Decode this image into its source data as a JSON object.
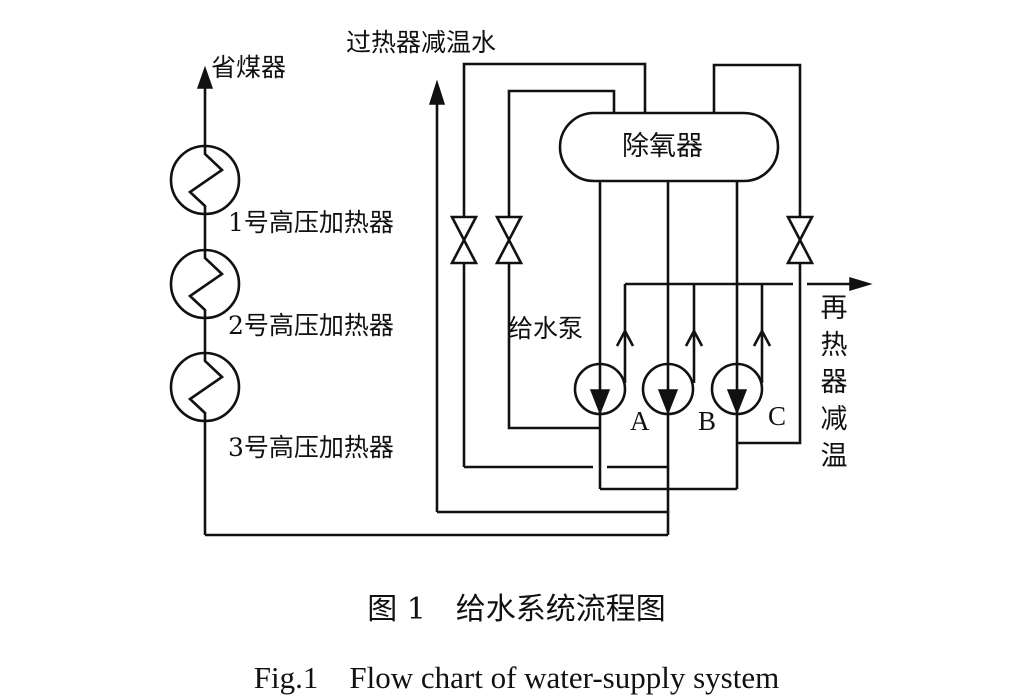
{
  "diagram": {
    "title": "给水系统流程图",
    "labels": {
      "economizer": "省煤器",
      "superheater_desuperheating_water": "过热器减温水",
      "deaerator": "除氧器",
      "hp_heater_1": "1号高压加热器",
      "hp_heater_2": "2号高压加热器",
      "hp_heater_3": "3号高压加热器",
      "feedwater_pump": "给水泵",
      "reheater_desuperheating": "再热器减温",
      "pump_a": "A",
      "pump_b": "B",
      "pump_c": "C"
    },
    "components": [
      {
        "id": "deaerator",
        "type": "vessel"
      },
      {
        "id": "pump_a",
        "type": "pump"
      },
      {
        "id": "pump_b",
        "type": "pump"
      },
      {
        "id": "pump_c",
        "type": "pump"
      },
      {
        "id": "hp_heater_1",
        "type": "heat-exchanger"
      },
      {
        "id": "hp_heater_2",
        "type": "heat-exchanger"
      },
      {
        "id": "hp_heater_3",
        "type": "heat-exchanger"
      },
      {
        "id": "valve_1",
        "type": "valve"
      },
      {
        "id": "valve_2",
        "type": "valve"
      },
      {
        "id": "valve_3",
        "type": "valve"
      }
    ]
  },
  "caption": {
    "chinese": "图 1　给水系统流程图",
    "english": "Fig.1　Flow chart of water-supply system"
  }
}
